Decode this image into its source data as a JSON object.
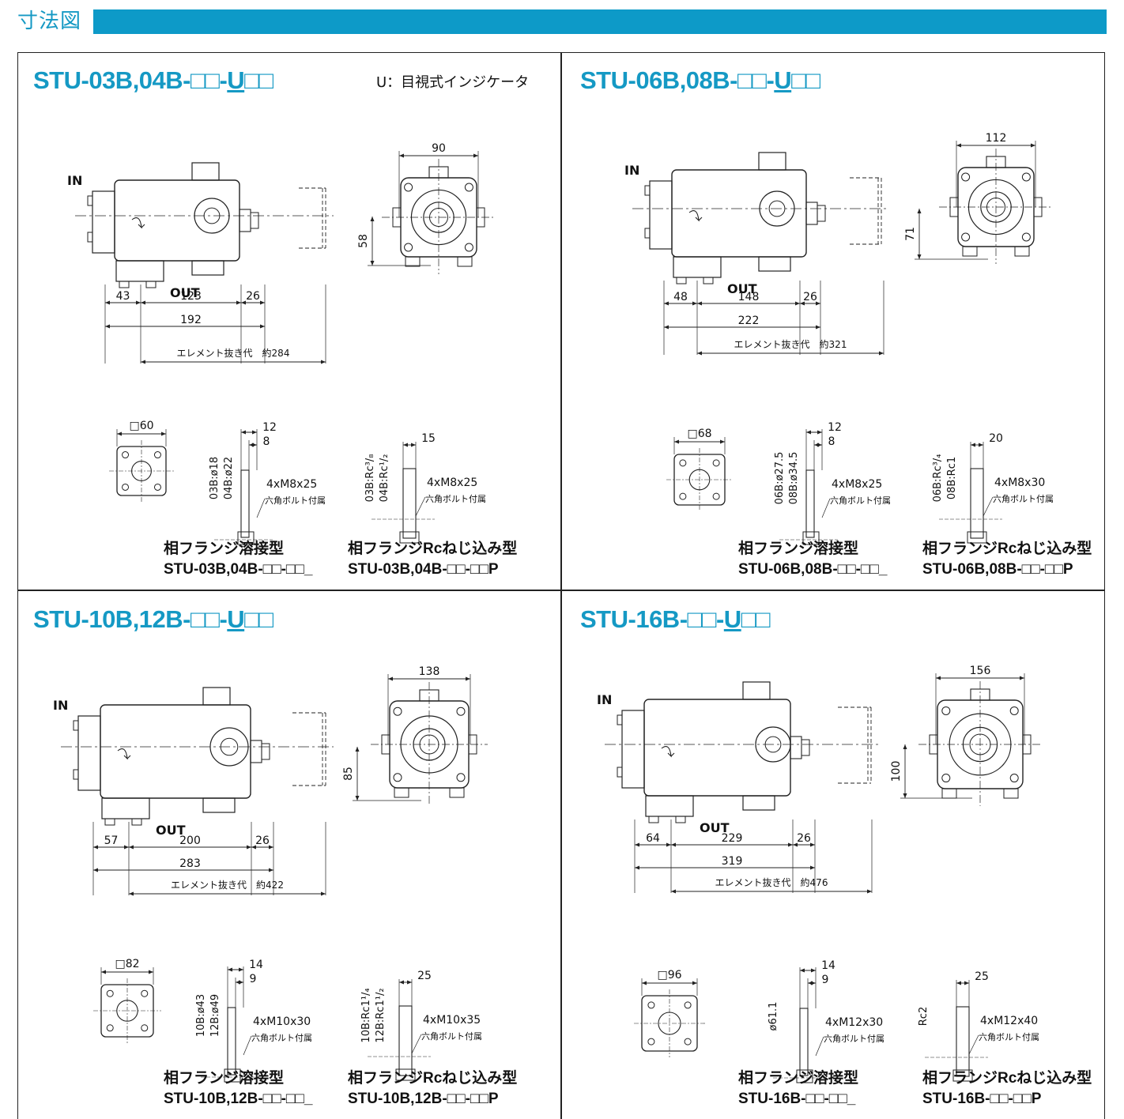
{
  "header": {
    "title": "寸法図",
    "bar_color": "#0d9ac8",
    "title_color": "#1599c4"
  },
  "panels": [
    {
      "title_prefix": "STU-03B,04B-□□-",
      "title_u": "U",
      "title_suffix": "□□",
      "note": "U：目視式インジケータ",
      "in_label": "IN",
      "out_label": "OUT",
      "dims": {
        "left": "43",
        "mid": "123",
        "right": "26",
        "total": "192",
        "element": "エレメント抜き代　約284",
        "width": "90",
        "height": "58"
      },
      "flange": {
        "square": "□60",
        "weld_dia": [
          "03B:ø18",
          "04B:ø22"
        ],
        "weld_t1": "12",
        "weld_t2": "8",
        "weld_bolt": "4xM8x25",
        "bolt_note": "六角ボルト付属",
        "rc_dia": [
          "03B:Rc³/₈",
          "04B:Rc¹/₂"
        ],
        "rc_t": "15",
        "rc_bolt": "4xM8x25"
      },
      "captions": {
        "weld_title": "相フランジ溶接型",
        "weld_model": "STU-03B,04B-□□-□□_",
        "rc_title": "相フランジRcねじ込み型",
        "rc_model": "STU-03B,04B-□□-□□P"
      }
    },
    {
      "title_prefix": "STU-06B,08B-□□-",
      "title_u": "U",
      "title_suffix": "□□",
      "in_label": "IN",
      "out_label": "OUT",
      "dims": {
        "left": "48",
        "mid": "148",
        "right": "26",
        "total": "222",
        "element": "エレメント抜き代　約321",
        "width": "112",
        "height": "71"
      },
      "flange": {
        "square": "□68",
        "weld_dia": [
          "06B:ø27.5",
          "08B:ø34.5"
        ],
        "weld_t1": "12",
        "weld_t2": "8",
        "weld_bolt": "4xM8x25",
        "bolt_note": "六角ボルト付属",
        "rc_dia": [
          "06B:Rc³/₄",
          "08B:Rc1"
        ],
        "rc_t": "20",
        "rc_bolt": "4xM8x30"
      },
      "captions": {
        "weld_title": "相フランジ溶接型",
        "weld_model": "STU-06B,08B-□□-□□_",
        "rc_title": "相フランジRcねじ込み型",
        "rc_model": "STU-06B,08B-□□-□□P"
      }
    },
    {
      "title_prefix": "STU-10B,12B-□□-",
      "title_u": "U",
      "title_suffix": "□□",
      "in_label": "IN",
      "out_label": "OUT",
      "dims": {
        "left": "57",
        "mid": "200",
        "right": "26",
        "total": "283",
        "element": "エレメント抜き代　約422",
        "width": "138",
        "height": "85"
      },
      "flange": {
        "square": "□82",
        "weld_dia": [
          "10B:ø43",
          "12B:ø49"
        ],
        "weld_t1": "14",
        "weld_t2": "9",
        "weld_bolt": "4xM10x30",
        "bolt_note": "六角ボルト付属",
        "rc_dia": [
          "10B:Rc1¹/₄",
          "12B:Rc1¹/₂"
        ],
        "rc_t": "25",
        "rc_bolt": "4xM10x35"
      },
      "captions": {
        "weld_title": "相フランジ溶接型",
        "weld_model": "STU-10B,12B-□□-□□_",
        "rc_title": "相フランジRcねじ込み型",
        "rc_model": "STU-10B,12B-□□-□□P"
      }
    },
    {
      "title_prefix": "STU-16B-□□-",
      "title_u": "U",
      "title_suffix": "□□",
      "in_label": "IN",
      "out_label": "OUT",
      "dims": {
        "left": "64",
        "mid": "229",
        "right": "26",
        "total": "319",
        "element": "エレメント抜き代　約476",
        "width": "156",
        "height": "100"
      },
      "flange": {
        "square": "□96",
        "weld_dia": [
          "ø61.1"
        ],
        "weld_t1": "14",
        "weld_t2": "9",
        "weld_bolt": "4xM12x30",
        "bolt_note": "六角ボルト付属",
        "rc_dia": [
          "Rc2"
        ],
        "rc_t": "25",
        "rc_bolt": "4xM12x40"
      },
      "captions": {
        "weld_title": "相フランジ溶接型",
        "weld_model": "STU-16B-□□-□□_",
        "rc_title": "相フランジRcねじ込み型",
        "rc_model": "STU-16B-□□-□□P"
      }
    }
  ]
}
